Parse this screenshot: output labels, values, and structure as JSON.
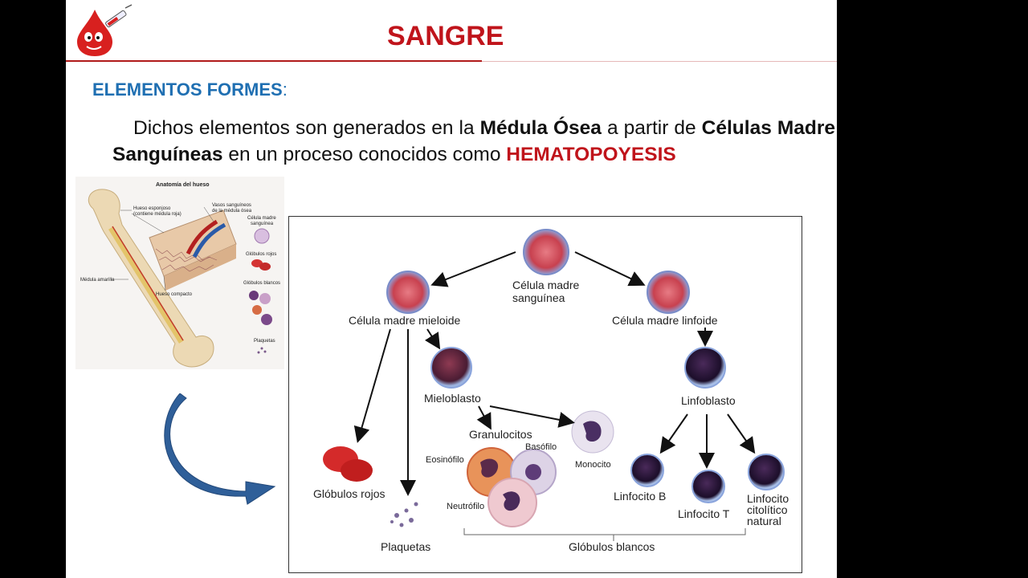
{
  "slide": {
    "title": "SANGRE",
    "section": "ELEMENTOS FORMES",
    "section_suffix": ":",
    "paragraph": {
      "p1": "Dichos elementos son generados en la ",
      "b1": "Médula Ósea",
      "p2": " a partir de ",
      "b2": "Células Madre Sanguíneas",
      "p3": " en un proceso conocidos como ",
      "hl": "HEMATOPOYESIS"
    }
  },
  "bone_figure": {
    "title": "Anatomía del hueso",
    "labels": {
      "hueso_esponjoso_1": "Hueso esponjoso",
      "hueso_esponjoso_2": "(contiene médula roja)",
      "vasos_1": "Vasos sanguíneos",
      "vasos_2": "de la médula ósea",
      "celula_madre_1": "Célula madre",
      "celula_madre_2": "sanguínea",
      "globulos_rojos": "Glóbulos rojos",
      "globulos_blancos": "Glóbulos blancos",
      "plaquetas": "Plaquetas",
      "medula_amarilla": "Médula amarilla",
      "hueso_compacto": "Hueso compacto"
    }
  },
  "diagram": {
    "stem_cell_1": "Célula madre",
    "stem_cell_2": "sanguínea",
    "myeloid": "Célula madre mieloide",
    "lymphoid": "Célula madre linfoide",
    "myeloblast": "Mieloblasto",
    "lymphoblast": "Linfoblasto",
    "granulocytes": "Granulocitos",
    "basophil": "Basófilo",
    "eosinophil": "Eosinófilo",
    "neutrophil": "Neutrófilo",
    "monocyte": "Monocito",
    "red_cells": "Glóbulos rojos",
    "platelets": "Plaquetas",
    "white_cells": "Glóbulos blancos",
    "lymph_b": "Linfocito B",
    "lymph_t": "Linfocito T",
    "nk_1": "Linfocito",
    "nk_2": "citolítico",
    "nk_3": "natural"
  },
  "colors": {
    "title": "#c0141b",
    "section": "#1f6fb2",
    "highlight": "#c0141b",
    "curved_arrow": "#2f5f99"
  },
  "icons": [
    "blood-drop-mascot-icon",
    "curved-arrow-icon"
  ]
}
